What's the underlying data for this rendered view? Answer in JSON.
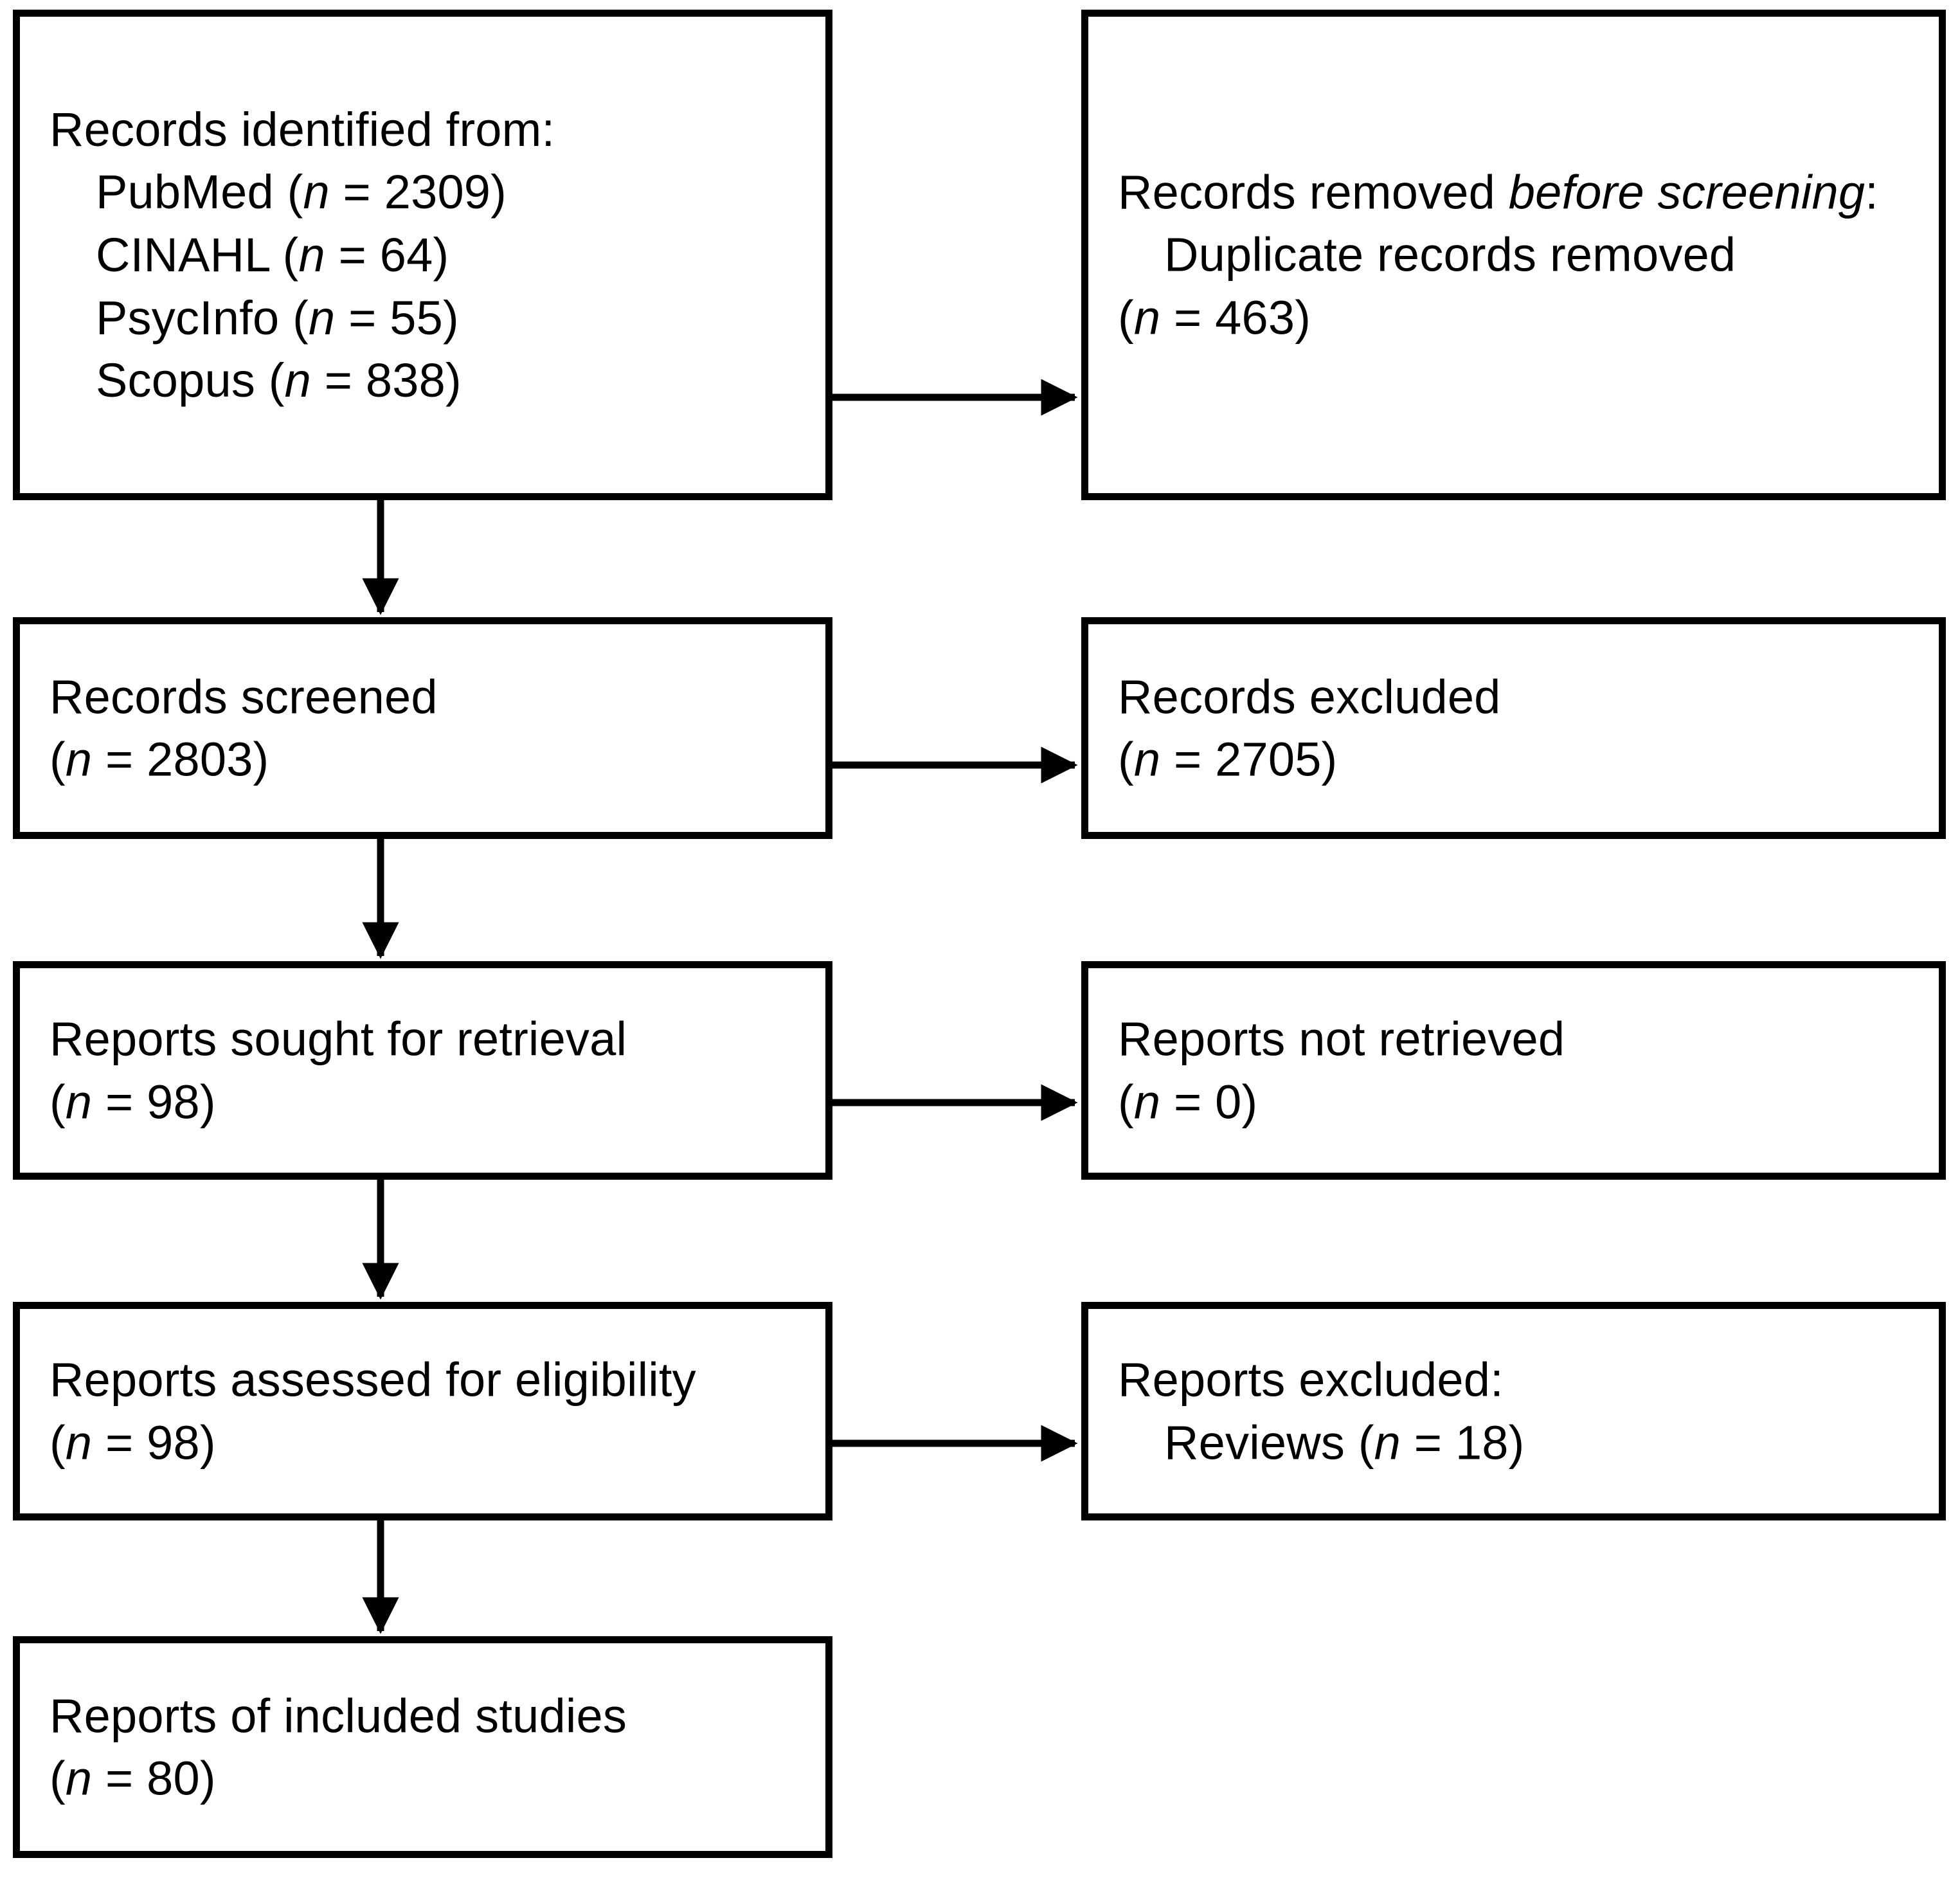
{
  "diagram": {
    "type": "prisma-flow-diagram",
    "title": "PRISMA flow diagram",
    "stroke_color": "#000000",
    "background_color": "#ffffff",
    "boxes": [
      {
        "id": "identification",
        "column": "left",
        "lines": [
          {
            "text": "Records identified from:",
            "indent": 0
          },
          {
            "text": "PubMed (n = 2309)",
            "indent": 1,
            "label": "PubMed",
            "n": 2309
          },
          {
            "text": "CINAHL (n = 64)",
            "indent": 1,
            "label": "CINAHL",
            "n": 64
          },
          {
            "text": "PsycInfo (n = 55)",
            "indent": 1,
            "label": "PsycInfo",
            "n": 55
          },
          {
            "text": "Scopus (n = 838)",
            "indent": 1,
            "label": "Scopus",
            "n": 838
          }
        ]
      },
      {
        "id": "removed-before-screening",
        "column": "right",
        "lines": [
          {
            "text": "Records removed before screening:",
            "indent": 0,
            "italic_part": "before screening"
          },
          {
            "text": "Duplicate records removed",
            "indent": 1
          },
          {
            "text": "(n = 463)",
            "indent": 0,
            "n": 463
          }
        ]
      },
      {
        "id": "records-screened",
        "column": "left",
        "lines": [
          {
            "text": "Records screened",
            "indent": 0
          },
          {
            "text": "(n = 2803)",
            "indent": 0,
            "n": 2803
          }
        ]
      },
      {
        "id": "records-excluded",
        "column": "right",
        "lines": [
          {
            "text": "Records excluded",
            "indent": 0
          },
          {
            "text": "(n = 2705)",
            "indent": 0,
            "n": 2705
          }
        ]
      },
      {
        "id": "reports-sought",
        "column": "left",
        "lines": [
          {
            "text": "Reports sought for retrieval",
            "indent": 0
          },
          {
            "text": "(n = 98)",
            "indent": 0,
            "n": 98
          }
        ]
      },
      {
        "id": "reports-not-retrieved",
        "column": "right",
        "lines": [
          {
            "text": "Reports not retrieved",
            "indent": 0
          },
          {
            "text": "(n = 0)",
            "indent": 0,
            "n": 0
          }
        ]
      },
      {
        "id": "reports-assessed",
        "column": "left",
        "lines": [
          {
            "text": "Reports assessed for eligibility",
            "indent": 0
          },
          {
            "text": "(n = 98)",
            "indent": 0,
            "n": 98
          }
        ]
      },
      {
        "id": "reports-excluded",
        "column": "right",
        "lines": [
          {
            "text": "Reports excluded:",
            "indent": 0
          },
          {
            "text": "Reviews (n = 18)",
            "indent": 1,
            "label": "Reviews",
            "n": 18
          }
        ]
      },
      {
        "id": "included-studies",
        "column": "left",
        "lines": [
          {
            "text": "Reports of included studies",
            "indent": 0
          },
          {
            "text": "(n = 80)",
            "indent": 0,
            "n": 80
          }
        ]
      }
    ]
  },
  "b1": {
    "l1": "Records identified from:",
    "l2_name": "PubMed",
    "l2_n": "(n = 2309)",
    "l3_name": "CINAHL",
    "l3_n": "(n = 64)",
    "l4_name": "PsycInfo",
    "l4_n": "(n = 55)",
    "l5_name": "Scopus",
    "l5_n": "(n = 838)"
  },
  "b2": {
    "l1_a": "Records removed ",
    "l1_b": "before screening",
    "l1_c": ":",
    "l2": "Duplicate records removed",
    "l3": "(n = 463)"
  },
  "b3": {
    "l1": "Records screened",
    "l2": "(n = 2803)"
  },
  "b4": {
    "l1": "Records excluded",
    "l2": "(n = 2705)"
  },
  "b5": {
    "l1": "Reports sought for retrieval",
    "l2": "(n = 98)"
  },
  "b6": {
    "l1": "Reports not retrieved",
    "l2": "(n = 0)"
  },
  "b7": {
    "l1": "Reports assessed for eligibility",
    "l2": "(n = 98)"
  },
  "b8": {
    "l1": "Reports excluded:",
    "l2_name": "Reviews",
    "l2_n": "(n = 18)"
  },
  "b9": {
    "l1": "Reports of included studies",
    "l2": "(n = 80)"
  },
  "italic_n": "n"
}
